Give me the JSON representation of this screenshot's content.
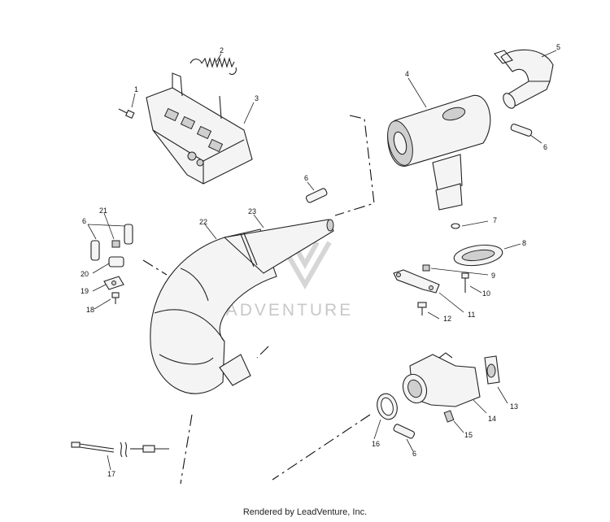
{
  "watermark": {
    "brand": "LEADVENTURE"
  },
  "callouts": [
    "1",
    "2",
    "3",
    "4",
    "5",
    "6",
    "7",
    "8",
    "9",
    "10",
    "11",
    "12",
    "13",
    "14",
    "15",
    "16",
    "17",
    "18",
    "19",
    "20",
    "21",
    "22",
    "23"
  ],
  "footer": "Rendered by LeadVenture, Inc."
}
